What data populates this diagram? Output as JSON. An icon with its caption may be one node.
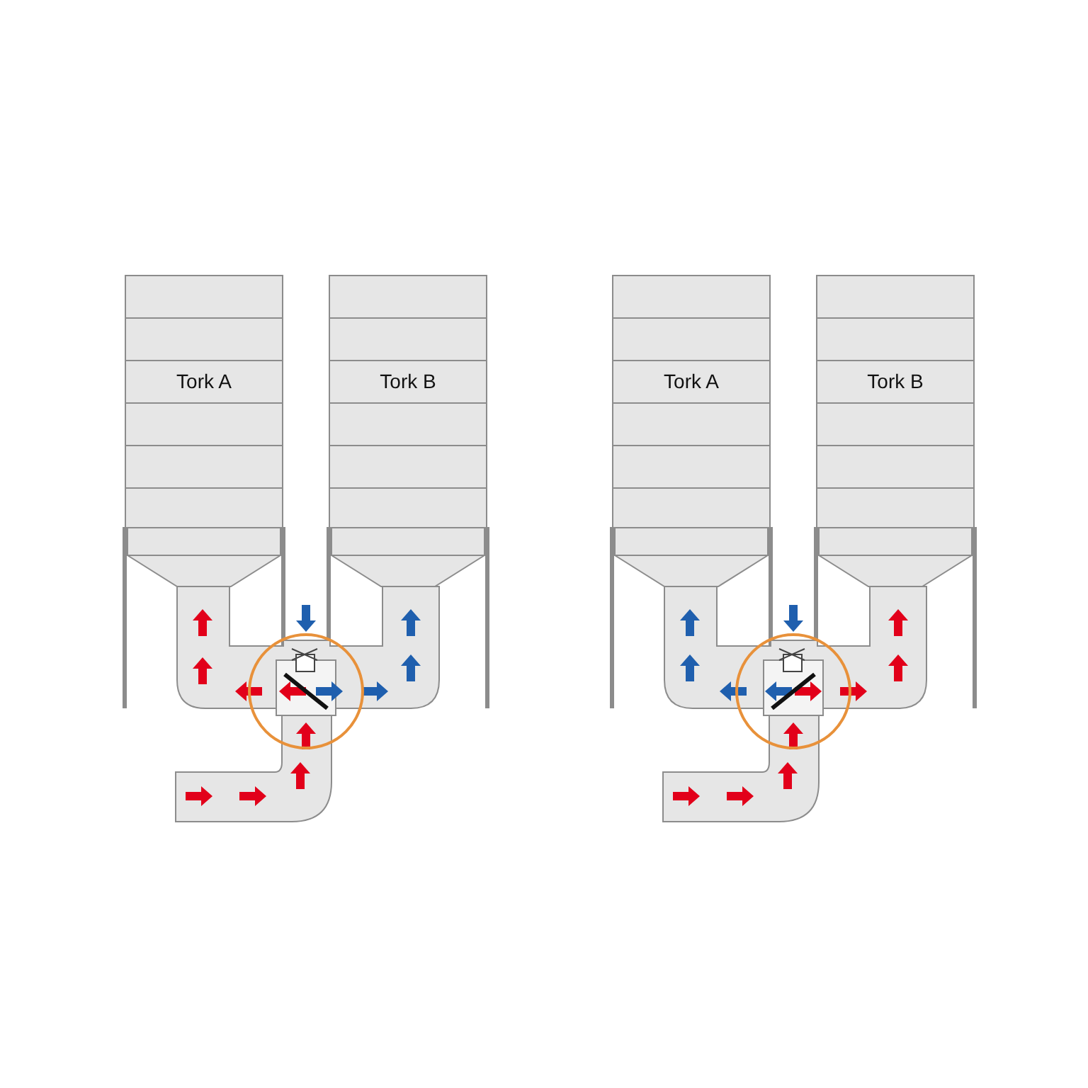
{
  "diagram": {
    "nodes": [
      {
        "text": [
          "Tork A"
        ]
      },
      {
        "text": [
          "Tork B"
        ]
      },
      {
        "text": [
          "Tork A"
        ]
      },
      {
        "text": [
          "Tork B"
        ]
      }
    ]
  }
}
